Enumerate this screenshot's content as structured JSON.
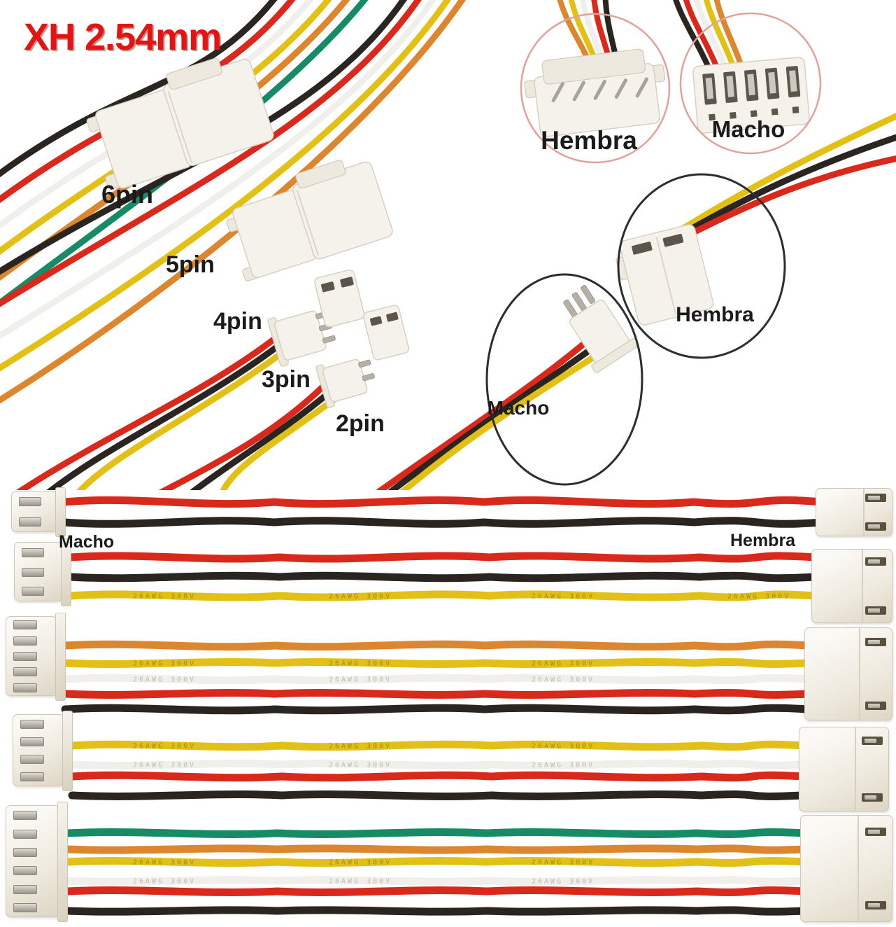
{
  "title": "XH 2.54mm",
  "top": {
    "pin_labels": [
      "6pin",
      "5pin",
      "4pin",
      "3pin",
      "2pin"
    ],
    "callout_top": {
      "left_label": "Hembra",
      "right_label": "Macho"
    },
    "callout_mid": {
      "upper_label": "Hembra",
      "lower_label": "Macho"
    }
  },
  "bottom": {
    "left_label": "Macho",
    "right_label": "Hembra",
    "wire_marking": "26AWG 300V",
    "rows": [
      {
        "name": "2-pin cable",
        "pins": 2,
        "wires": [
          "red",
          "black"
        ]
      },
      {
        "name": "3-pin cable",
        "pins": 3,
        "wires": [
          "red",
          "black",
          "yellow"
        ]
      },
      {
        "name": "5-pin cable",
        "pins": 5,
        "wires": [
          "orange",
          "yellow",
          "white",
          "red",
          "black"
        ]
      },
      {
        "name": "4-pin cable",
        "pins": 4,
        "wires": [
          "yellow",
          "white",
          "red",
          "black"
        ]
      },
      {
        "name": "6-pin cable",
        "pins": 6,
        "wires": [
          "green",
          "orange",
          "yellow",
          "white",
          "red",
          "black"
        ]
      }
    ]
  },
  "colors": {
    "red": "#d9291c",
    "black": "#2a2520",
    "yellow": "#e2c016",
    "orange": "#dd8630",
    "green": "#178a66",
    "white": "#f1efec",
    "title_red": "#e41414",
    "plastic": "#f5f2ec",
    "plastic_shadow": "#ded6c5",
    "metal": "#b5b0a6",
    "circle_pink": "#dfa29c",
    "circle_black": "#2d2d2d"
  }
}
